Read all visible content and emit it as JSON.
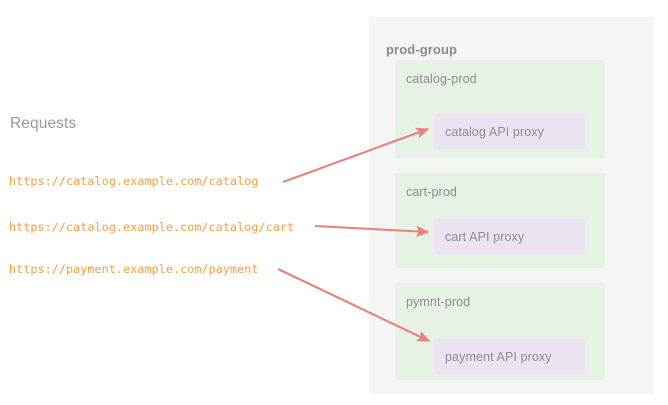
{
  "requests": {
    "heading": "Requests",
    "urls": [
      "https://catalog.example.com/catalog",
      "https://catalog.example.com/catalog/cart",
      "https://payment.example.com/payment"
    ]
  },
  "prod_group": {
    "title": "prod-group",
    "environments": [
      {
        "name": "catalog-prod",
        "proxy": "catalog API proxy"
      },
      {
        "name": "cart-prod",
        "proxy": "cart API proxy"
      },
      {
        "name": "pymnt-prod",
        "proxy": "payment API proxy"
      }
    ]
  },
  "arrows": [
    {
      "name": "arrow-catalog",
      "from": "https://catalog.example.com/catalog",
      "to": "catalog API proxy"
    },
    {
      "name": "arrow-cart",
      "from": "https://catalog.example.com/catalog/cart",
      "to": "cart API proxy"
    },
    {
      "name": "arrow-payment",
      "from": "https://payment.example.com/payment",
      "to": "payment API proxy"
    }
  ],
  "colors": {
    "page_background": "#ffffff",
    "group_background": "#f5f5f5",
    "environment_background": "#e6f2e4",
    "proxy_background": "#ece3f2",
    "url_text": "#f5a03c",
    "label_text": "#8d8d8d",
    "arrow": "#e8817e"
  }
}
